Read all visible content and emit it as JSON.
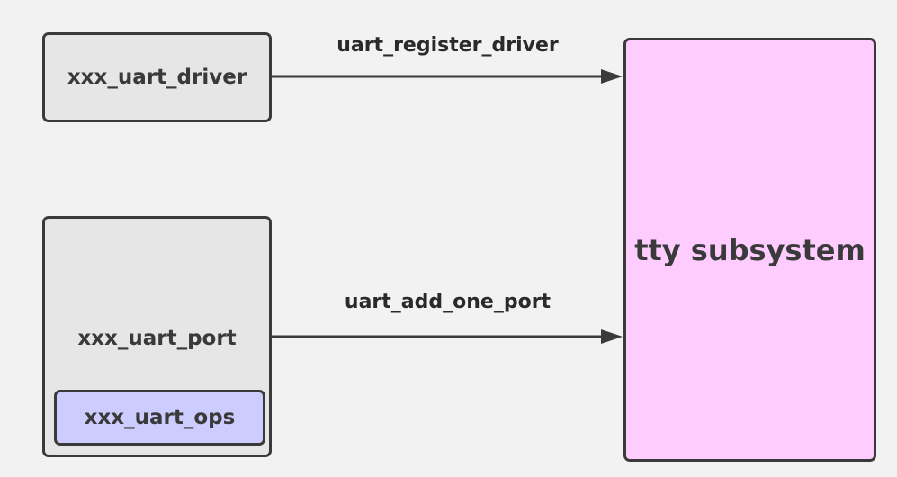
{
  "diagram": {
    "nodes": {
      "uart_driver": {
        "label": "xxx_uart_driver",
        "fill": "#e6e6e6"
      },
      "uart_port": {
        "label": "xxx_uart_port",
        "fill": "#e6e6e6"
      },
      "uart_ops": {
        "label": "xxx_uart_ops",
        "fill": "#ccccff"
      },
      "tty_subsystem": {
        "label": "tty subsystem",
        "fill": "#ffccff"
      }
    },
    "edges": [
      {
        "from": "xxx_uart_driver",
        "to": "tty subsystem",
        "label": "uart_register_driver"
      },
      {
        "from": "xxx_uart_port",
        "to": "tty subsystem",
        "label": "uart_add_one_port"
      }
    ],
    "colors": {
      "background": "#f2f2f2",
      "stroke": "#3a3a3a"
    }
  }
}
